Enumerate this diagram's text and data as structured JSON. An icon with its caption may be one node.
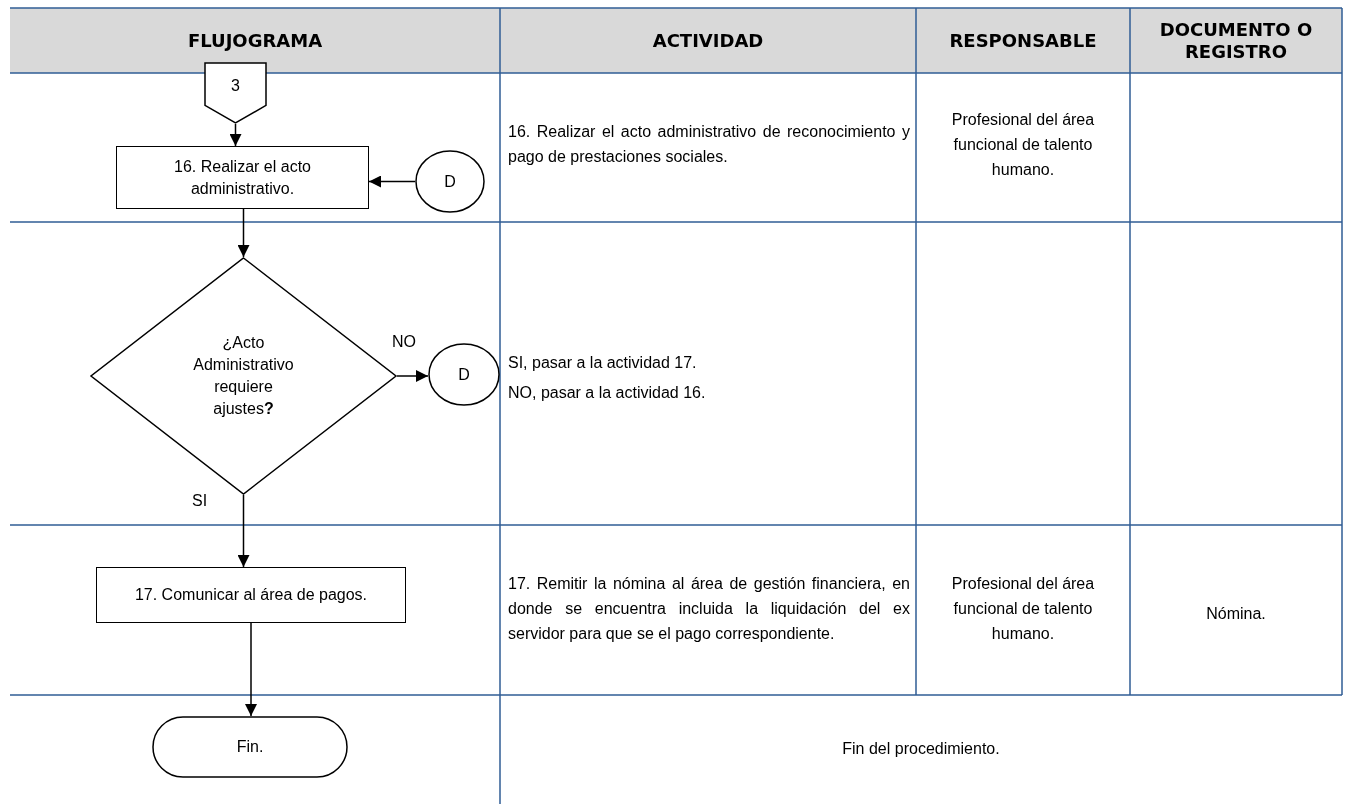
{
  "diagram": {
    "nodes": [
      {
        "text": [
          "3"
        ]
      },
      {
        "text": [
          "16. Realizar el acto administrativo."
        ]
      },
      {
        "text": [
          "D"
        ]
      },
      {
        "text": [
          "¿Acto Administrativo requiere ajustes**?**"
        ]
      },
      {
        "text": [
          "D"
        ]
      },
      {
        "text": [
          "17. Comunicar al área de pagos."
        ]
      },
      {
        "text": [
          "Fin."
        ]
      }
    ],
    "edges": [
      {
        "from": 0,
        "to": 1,
        "arrow": "to"
      },
      {
        "from": 2,
        "to": 1,
        "arrow": "to"
      },
      {
        "from": 1,
        "to": 3,
        "arrow": "to"
      },
      {
        "from": 3,
        "to": 4,
        "arrow": "to",
        "label": "NO"
      },
      {
        "from": 3,
        "to": 5,
        "arrow": "to",
        "label": "SI"
      },
      {
        "from": 5,
        "to": 6,
        "arrow": "to"
      }
    ],
    "labels": [
      "FLUJOGRAMA",
      "ACTIVIDAD",
      "RESPONSABLE",
      "DOCUMENTO O REGISTRO",
      "16. Realizar el acto administrativo de reconocimiento y pago de prestaciones sociales.",
      "Profesional del área funcional de talento humano.",
      "SI, pasar a la actividad 17.",
      "NO, pasar a la actividad 16.",
      "17. Remitir la nómina al área de gestión financiera, en donde se encuentra incluida la liquidación del ex servidor para que se el pago correspondiente.",
      "Profesional del área funcional de talento humano.",
      "Nómina.",
      "Fin del procedimiento."
    ]
  }
}
